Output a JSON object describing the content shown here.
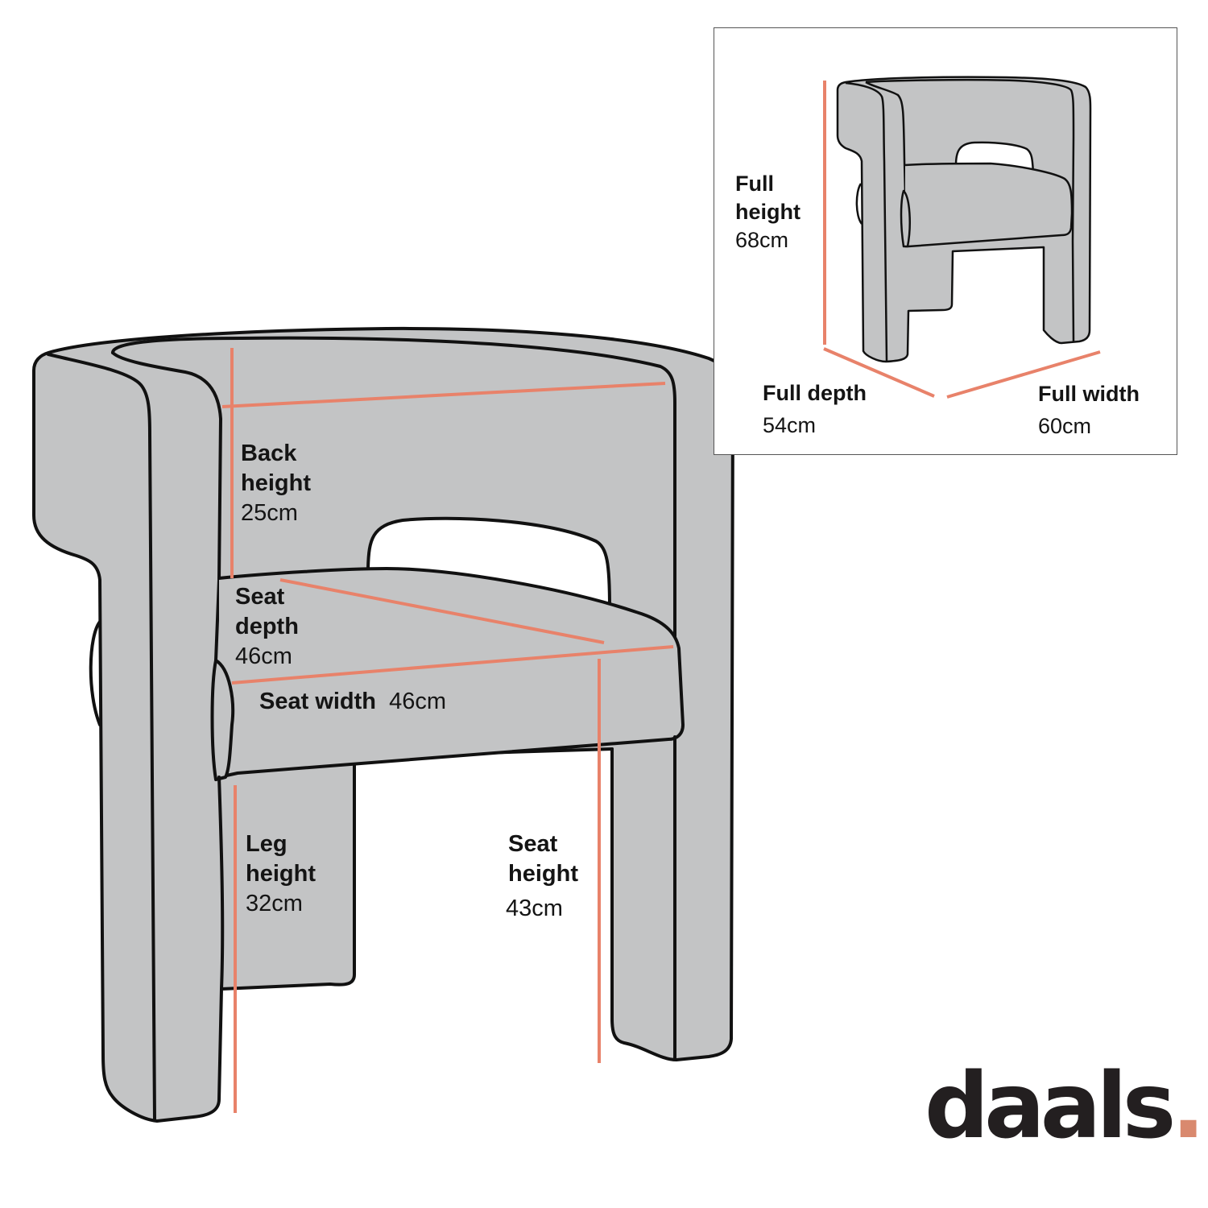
{
  "colors": {
    "chair_fill": "#c3c4c5",
    "outline": "#111111",
    "measure_line": "#e8826a",
    "text": "#141414",
    "logo": "#231f20",
    "logo_dot": "#d9896e",
    "inset_border": "#555555"
  },
  "main_diagram": {
    "back_height": {
      "label_line1": "Back",
      "label_line2": "height",
      "value": "25cm"
    },
    "seat_depth": {
      "label_line1": "Seat",
      "label_line2": "depth",
      "value": "46cm"
    },
    "seat_width": {
      "label": "Seat width",
      "value": "46cm"
    },
    "leg_height": {
      "label_line1": "Leg",
      "label_line2": "height",
      "value": "32cm"
    },
    "seat_height": {
      "label_line1": "Seat",
      "label_line2": "height",
      "value": "43cm"
    }
  },
  "inset_diagram": {
    "full_height": {
      "label_line1": "Full",
      "label_line2": "height",
      "value": "68cm"
    },
    "full_depth": {
      "label": "Full depth",
      "value": "54cm"
    },
    "full_width": {
      "label": "Full width",
      "value": "60cm"
    }
  },
  "brand": {
    "name": "daals",
    "dot": "."
  }
}
